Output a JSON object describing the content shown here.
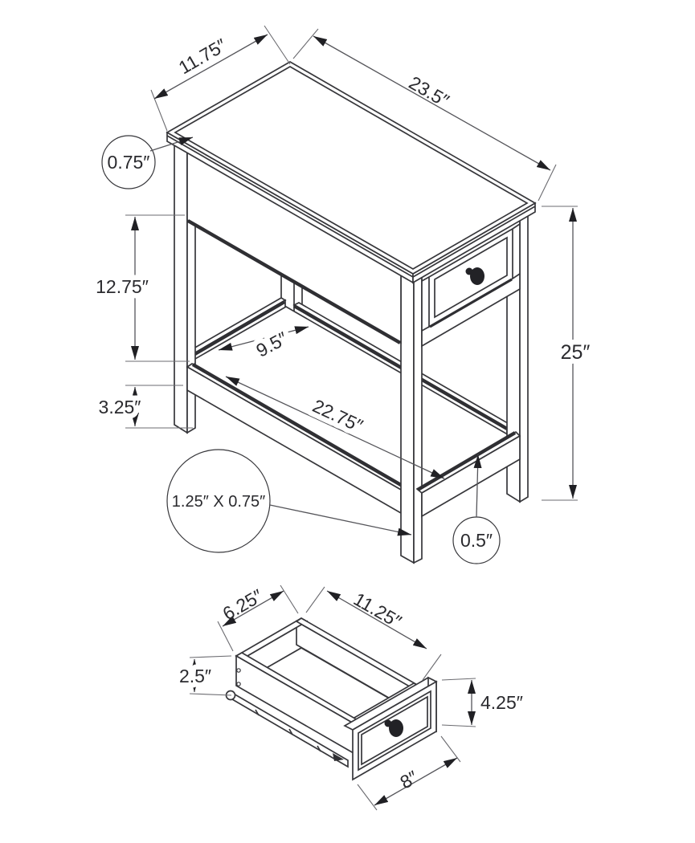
{
  "diagram": {
    "title": "side-table-dimension-diagram",
    "background": "#ffffff",
    "line_color": "#37373b",
    "dim_color": "#55555a",
    "text_color": "#2a2a2e"
  },
  "table": {
    "name": "accent side table with drawer and lower shelf",
    "dims": {
      "top_width": "11.75″",
      "top_length": "23.5″",
      "top_thickness": "0.75″",
      "open_height": "12.75″",
      "base_height": "3.25″",
      "shelf_inner_width": "9.5″",
      "shelf_length": "22.75″",
      "total_height": "25″",
      "leg_section": "1.25″ X 0.75″",
      "shelf_thickness": "0.5″"
    }
  },
  "drawer": {
    "name": "drawer box detail",
    "dims": {
      "inner_width": "6.25″",
      "inner_length": "11.25″",
      "box_height": "2.5″",
      "front_height": "4.25″",
      "front_width": "8″"
    }
  }
}
